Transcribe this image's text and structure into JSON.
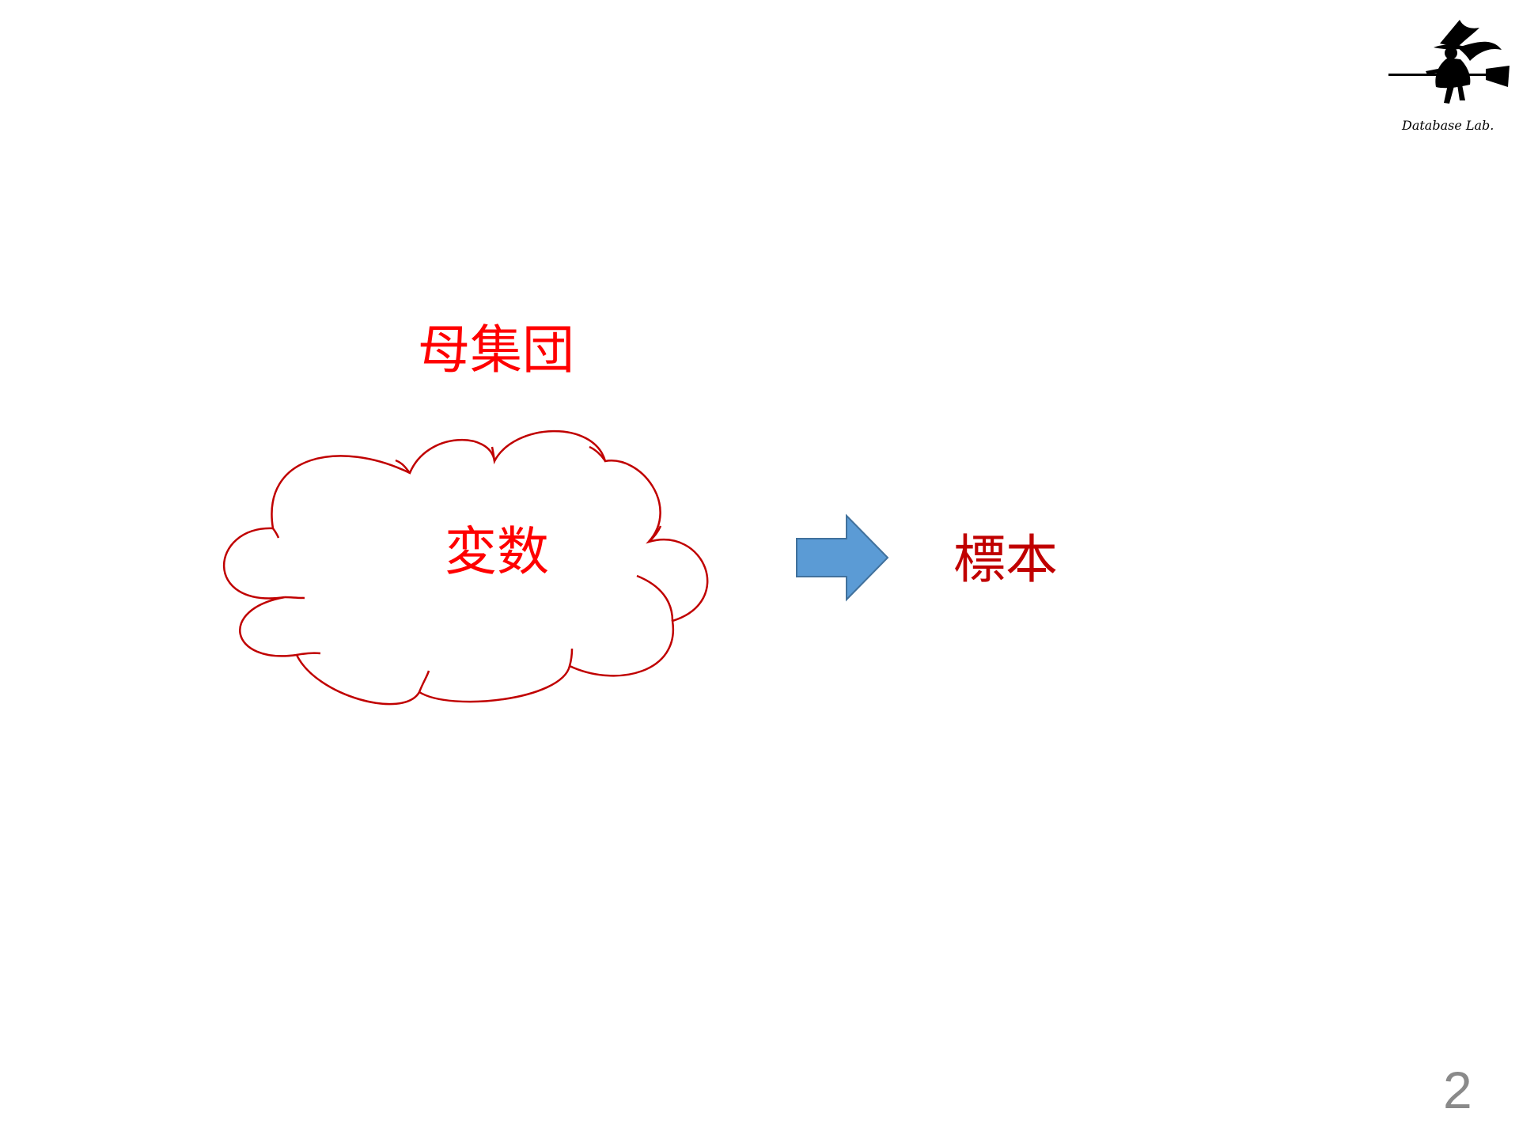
{
  "diagram": {
    "population_label": "母集団",
    "variable_label": "変数",
    "sample_label": "標本",
    "page_number": "2",
    "logo_text": "Database Lab.",
    "colors": {
      "population_text": "#ff0000",
      "variable_text": "#ff0000",
      "sample_text": "#c00000",
      "cloud_stroke": "#c00000",
      "arrow_fill": "#5b9bd5",
      "arrow_stroke": "#41719c",
      "page_number": "#8a8a8a"
    },
    "icons": {
      "logo": "witch-on-broom-icon",
      "cloud": "cloud-shape",
      "arrow": "right-arrow-icon"
    }
  }
}
